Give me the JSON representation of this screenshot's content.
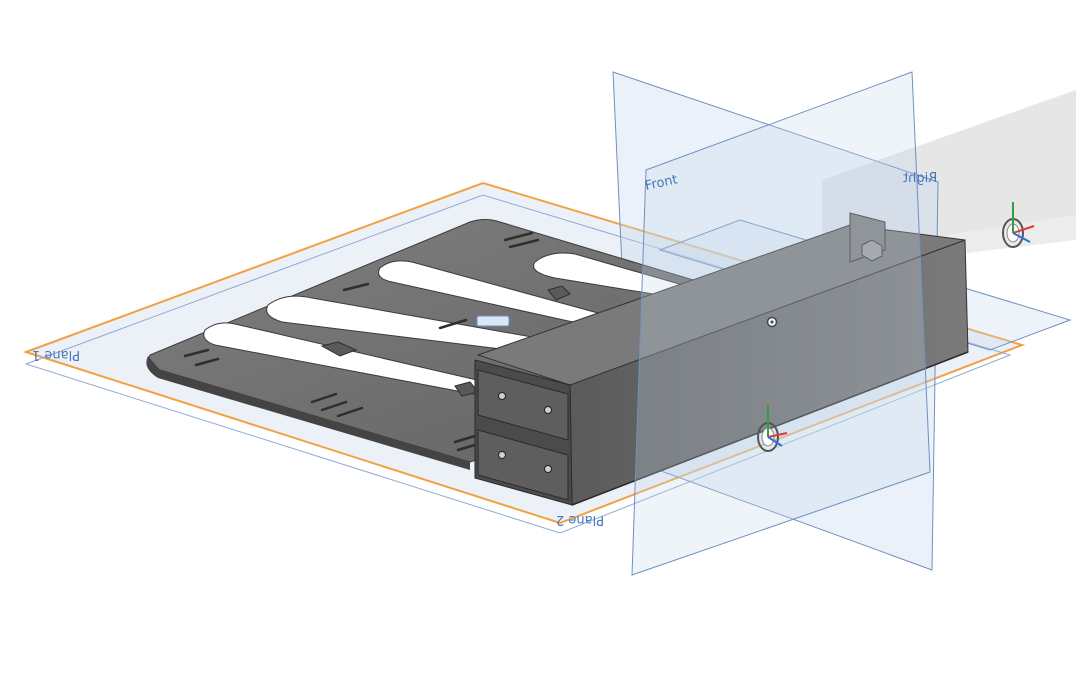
{
  "viewport": {
    "planes": {
      "front_label": "Front",
      "right_label": "Right",
      "top_label": "Plane 1",
      "side_label": "Plane 2"
    },
    "colors": {
      "background": "#ffffff",
      "plane_fill": "#c6d6ea",
      "plane_edge": "#6f90c2",
      "selected_plane_edge": "#f2a044",
      "part_dark": "#4a4a4a",
      "part_mid": "#6b6b6b",
      "part_light": "#8a8a8a",
      "axis_x": "#d63c3c",
      "axis_y": "#2ea043",
      "axis_z": "#2f6fd6"
    },
    "triads": [
      "origin-triad",
      "secondary-triad"
    ],
    "icons": [
      "origin-point-icon"
    ]
  }
}
